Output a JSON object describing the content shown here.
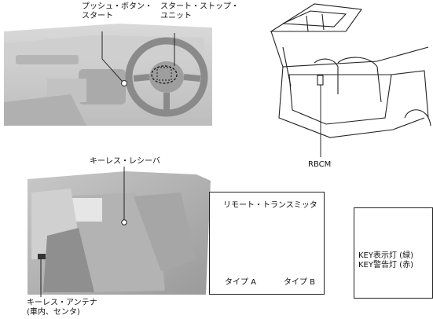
{
  "labels": {
    "push_button_start": [
      "プッシュ・ボタン・",
      "スタート"
    ],
    "start_stop_unit": [
      "スタート・ストップ・",
      "ユニット"
    ],
    "rbcm": "RBCM",
    "keyless_receiver": "キーレス・レシーバ",
    "keyless_antenna": [
      "キーレス・アンテナ",
      "(車内、センタ)"
    ],
    "remote_transmitter": "リモート・トランスミッタ",
    "type_a": "タイプ A",
    "type_b": "タイプ B",
    "key_indicator_green": "KEY表示灯 (緑)",
    "key_warning_red": "KEY警告灯 (赤)"
  },
  "icons": [
    "key-warning-icon"
  ]
}
